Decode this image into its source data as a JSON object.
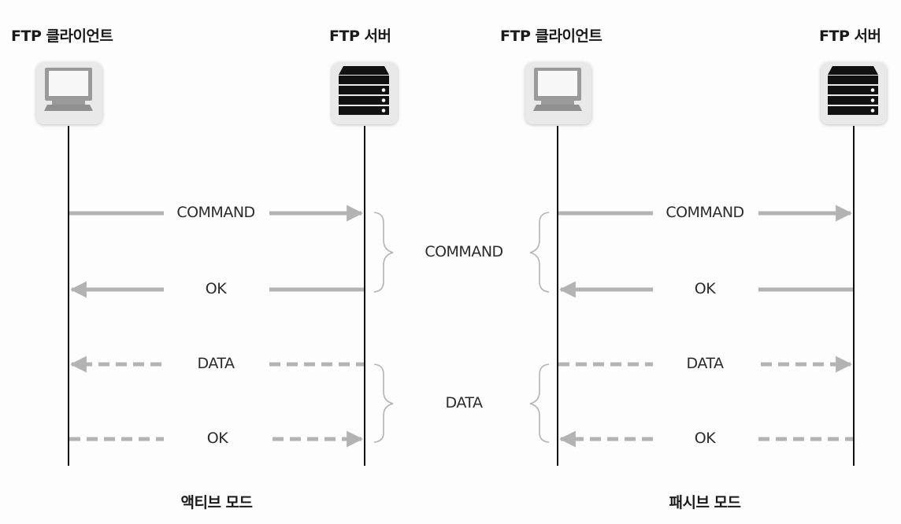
{
  "active": {
    "client_label": "FTP 클라이언트",
    "server_label": "FTP 서버",
    "messages": [
      "COMMAND",
      "OK",
      "DATA",
      "OK"
    ],
    "group_command": "COMMAND",
    "group_data": "DATA",
    "mode_label": "액티브 모드"
  },
  "passive": {
    "client_label": "FTP 클라이언트",
    "server_label": "FTP 서버",
    "messages": [
      "COMMAND",
      "OK",
      "DATA",
      "OK"
    ],
    "group_command": "COMMAND",
    "group_data": "DATA",
    "mode_label": "패시브 모드"
  },
  "icons": {
    "client": "desktop-computer-icon",
    "server": "server-rack-icon"
  },
  "colors": {
    "arrow": "#b3b3b3",
    "lifeline": "#111111",
    "server_fill": "#111111",
    "icon_bg": "#e9e9e9"
  }
}
